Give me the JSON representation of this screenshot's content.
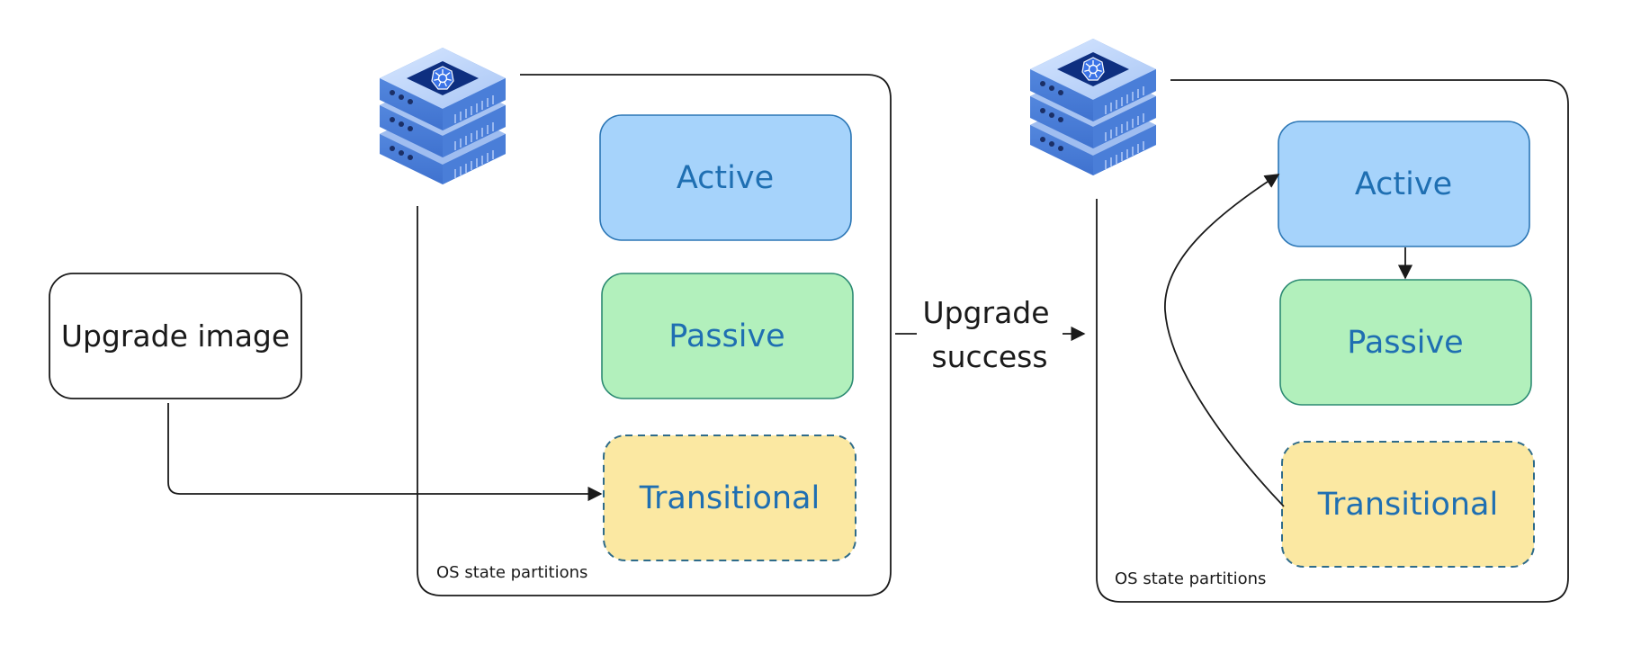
{
  "source": {
    "label": "Upgrade image"
  },
  "transition": {
    "line1": "Upgrade",
    "line2": "success"
  },
  "before": {
    "caption": "OS state partitions",
    "partitions": [
      {
        "label": "Active",
        "state": "active"
      },
      {
        "label": "Passive",
        "state": "passive"
      },
      {
        "label": "Transitional",
        "state": "transitional"
      }
    ]
  },
  "after": {
    "caption": "OS state partitions",
    "partitions": [
      {
        "label": "Active",
        "state": "active"
      },
      {
        "label": "Passive",
        "state": "passive"
      },
      {
        "label": "Transitional",
        "state": "transitional"
      }
    ]
  },
  "colors": {
    "active_fill": "#a6d3fb",
    "active_stroke": "#2b76b5",
    "passive_fill": "#b2f0bc",
    "passive_stroke": "#2b8a72",
    "transitional_fill": "#fbe8a2",
    "transitional_stroke": "#2e6b8a",
    "label_text": "#1f6fb2"
  },
  "icons": {
    "node": "kubernetes-server-stack-icon"
  }
}
